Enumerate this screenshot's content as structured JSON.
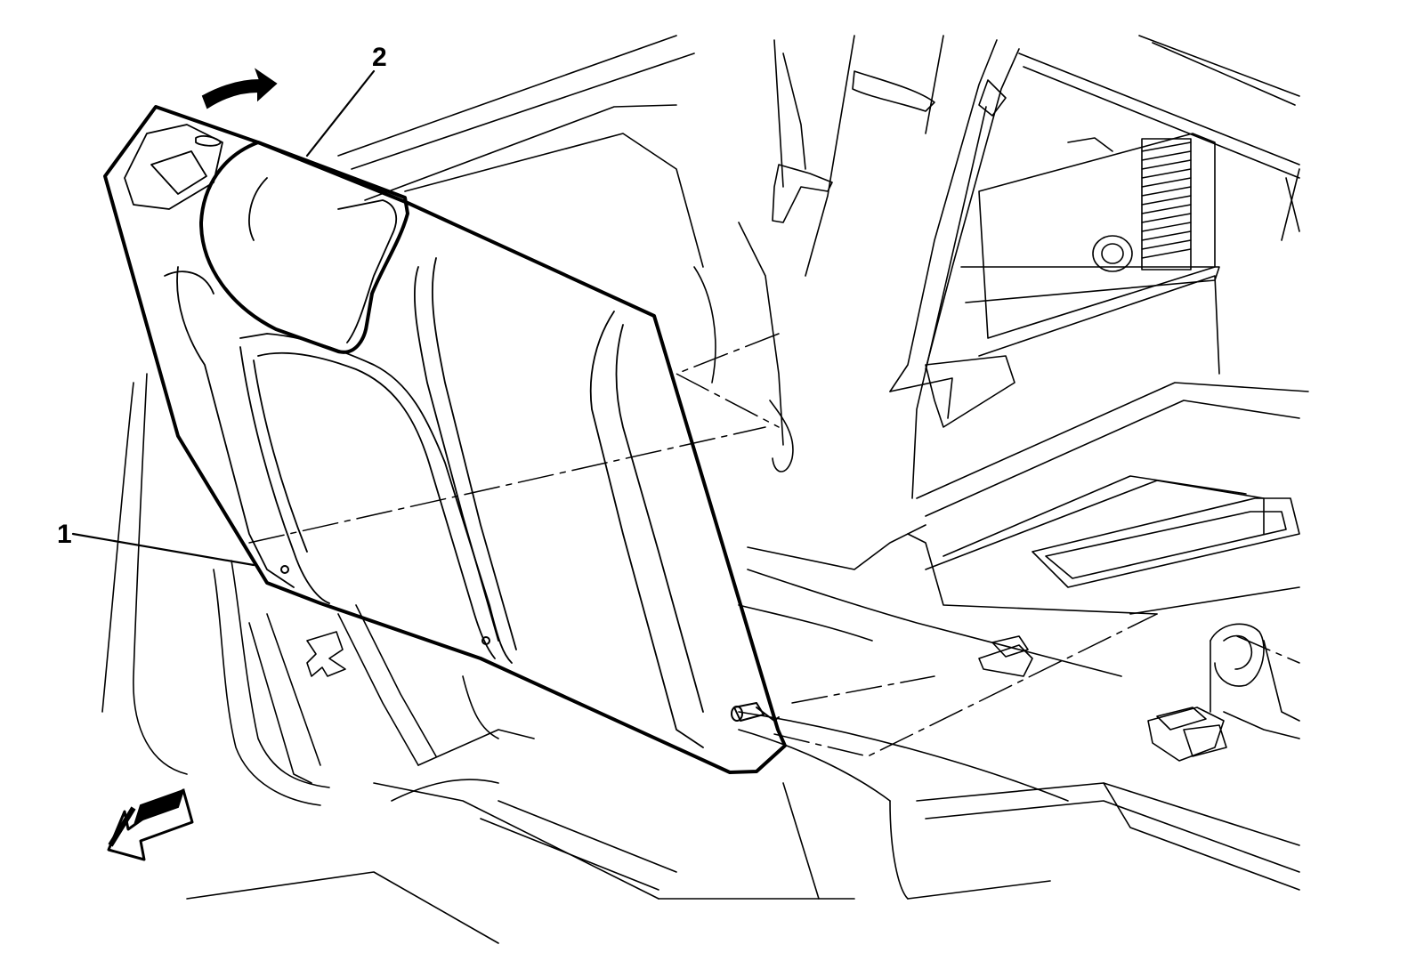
{
  "diagram": {
    "callouts": [
      {
        "id": "1",
        "label": "1"
      },
      {
        "id": "2",
        "label": "2"
      }
    ],
    "colors": {
      "line": "#000000",
      "background": "#ffffff"
    },
    "icons": [
      "rotate-arrow-icon",
      "forward-direction-arrow-icon"
    ]
  }
}
